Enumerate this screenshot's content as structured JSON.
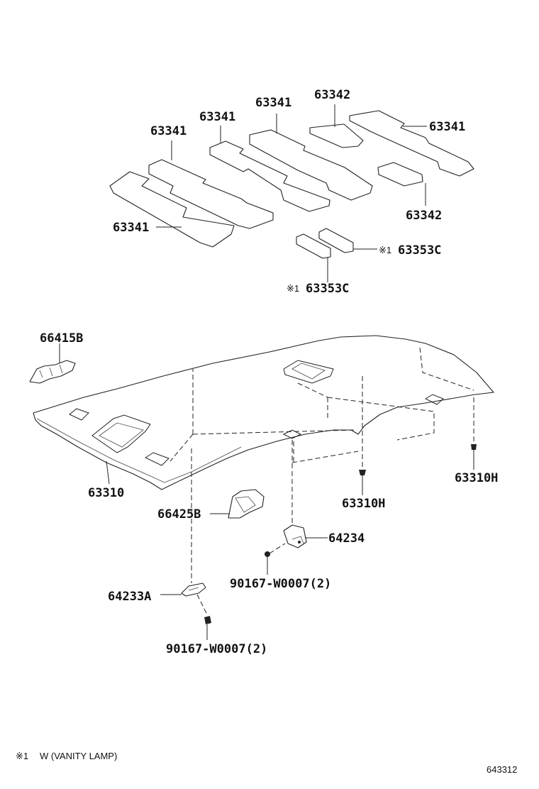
{
  "colors": {
    "ink": "#222222",
    "background": "#ffffff"
  },
  "labels": {
    "p63342_top": "63342",
    "p63341_a": "63341",
    "p63341_b": "63341",
    "p63341_c": "63341",
    "p63341_d": "63341",
    "p63341_e": "63341",
    "p63342_right": "63342",
    "p63353C_right": "63353C",
    "p63353C_bottom": "63353C",
    "p66415B": "66415B",
    "p63310": "63310",
    "p63310H_right": "63310H",
    "p63310H_center": "63310H",
    "p66425B": "66425B",
    "p64234": "64234",
    "p90167_right": "90167-W0007(2)",
    "p64233A": "64233A",
    "p90167_bottom": "90167-W0007(2)"
  },
  "marks": {
    "note_mark_right": "※1",
    "note_mark_bottom": "※1"
  },
  "footnote": {
    "mark": "※1",
    "text": "W (VANITY LAMP)"
  },
  "diagram_ref": "643312"
}
